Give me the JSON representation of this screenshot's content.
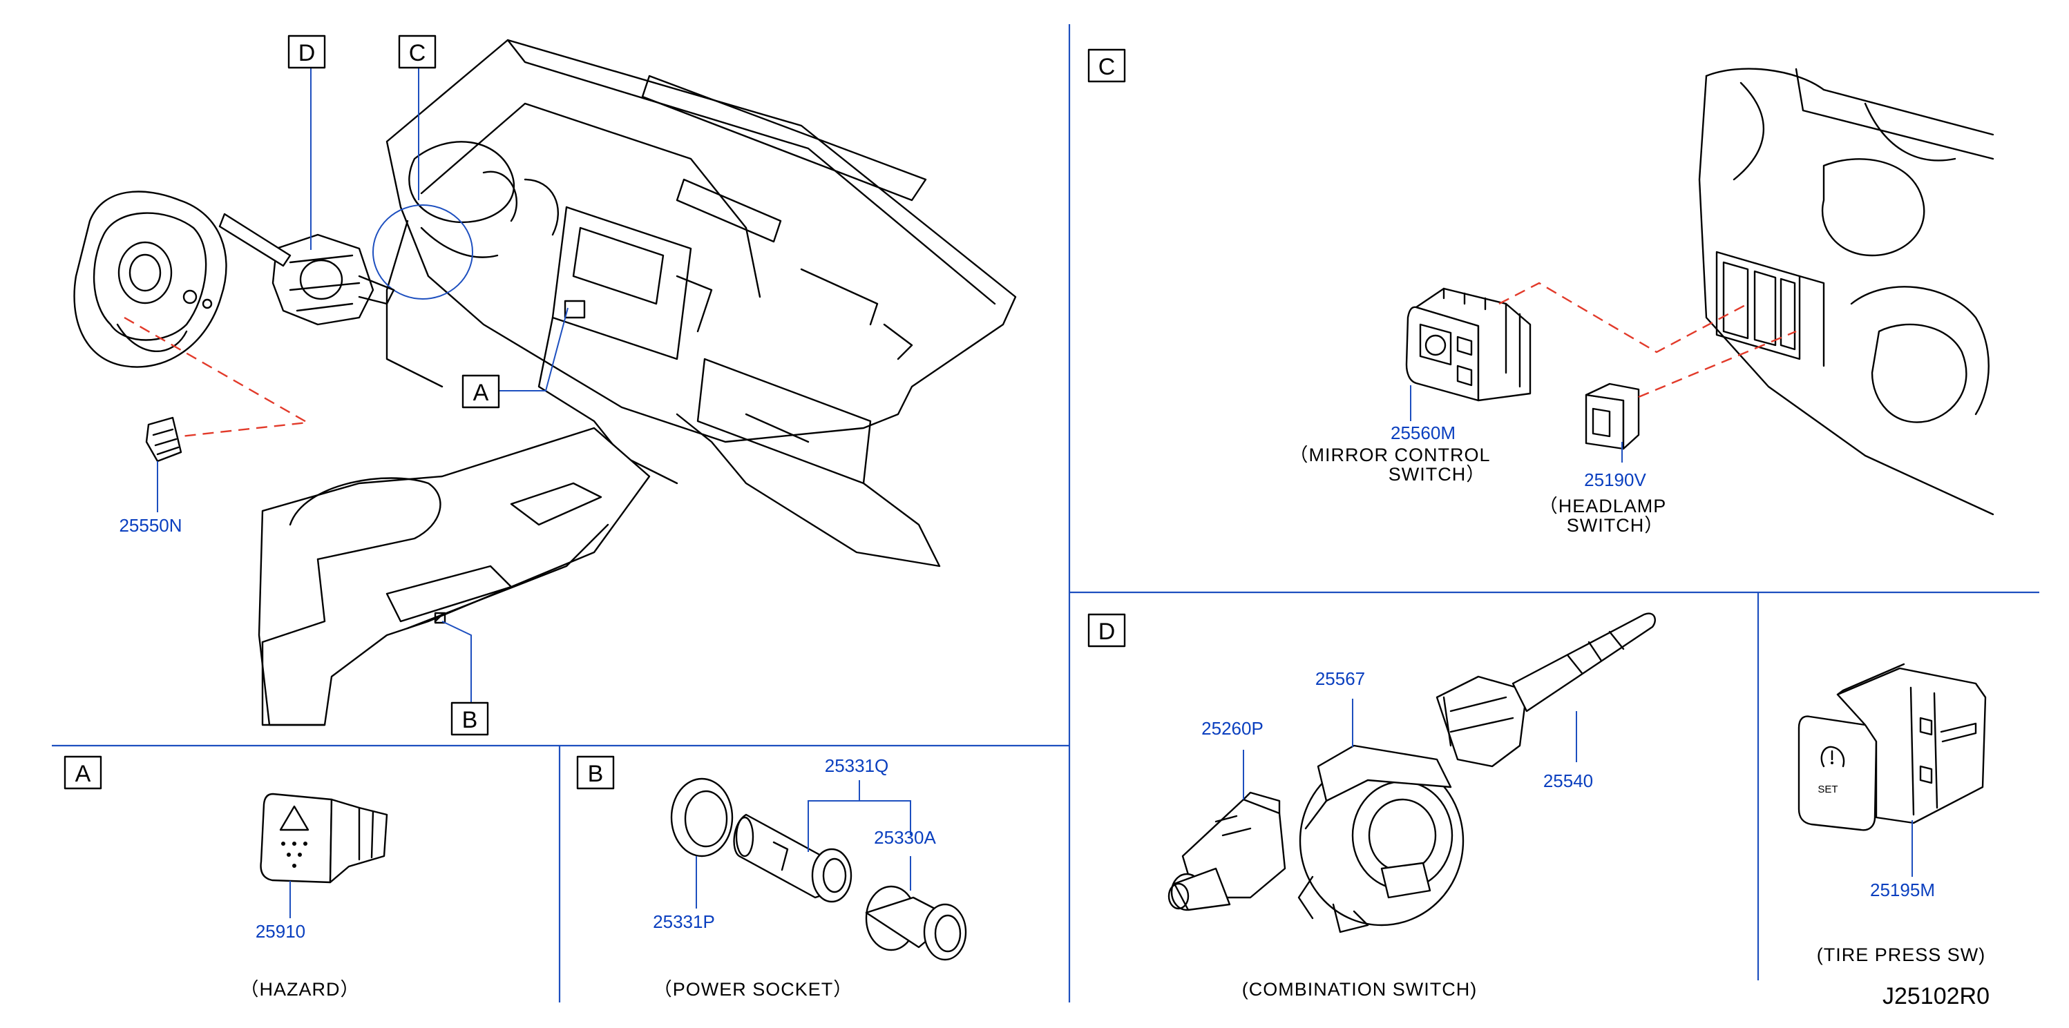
{
  "drawing_id": "J25102R0",
  "view_labels": {
    "A": "A",
    "B": "B",
    "C": "C",
    "D": "D"
  },
  "main_view": {
    "part_25550N": "25550N"
  },
  "panel_a": {
    "part": "25910",
    "caption": "（HAZARD）"
  },
  "panel_b": {
    "parts": {
      "p25331Q": "25331Q",
      "p25330A": "25330A",
      "p25331P": "25331P"
    },
    "caption": "（POWER   SOCKET）"
  },
  "panel_c": {
    "part_mirror": "25560M",
    "mirror_caption_1": "（MIRROR   CONTROL",
    "mirror_caption_2": "SWITCH）",
    "part_headlamp": "25190V",
    "headlamp_caption_1": "（HEADLAMP",
    "headlamp_caption_2": "SWITCH）"
  },
  "panel_d": {
    "parts": {
      "p25260P": "25260P",
      "p25567": "25567",
      "p25540": "25540"
    },
    "caption": "(COMBINATION   SWITCH)"
  },
  "panel_tire": {
    "part": "25195M",
    "caption": "(TIRE   PRESS   SW)",
    "button_text": "SET"
  },
  "colors": {
    "part_number": "#0a3fbf",
    "separator": "#1d4fbf",
    "dashed_link": "#e23a2a"
  }
}
